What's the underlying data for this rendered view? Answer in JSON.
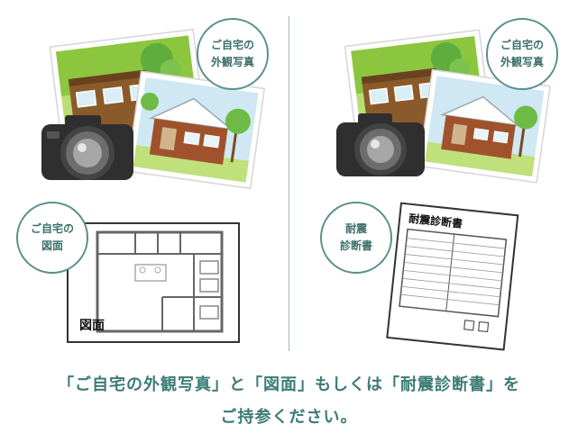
{
  "left": {
    "badge_photo_lines": [
      "ご自宅の",
      "外観写真"
    ],
    "badge_plan_lines": [
      "ご自宅の",
      "図面"
    ],
    "plan_label": "図面"
  },
  "right": {
    "badge_photo_lines": [
      "ご自宅の",
      "外観写真"
    ],
    "badge_cert_lines": [
      "耐震",
      "診断書"
    ],
    "cert_title": "耐震診断書"
  },
  "caption": {
    "line1": "「ご自宅の外観写真」と「図面」もしくは「耐震診断書」を",
    "line2": "ご持参ください。"
  },
  "colors": {
    "accent": "#3c7b77",
    "badge_border": "#5a8f8b"
  },
  "icons": [
    "camera-icon",
    "house-photo-icon",
    "floor-plan-icon",
    "certificate-icon"
  ]
}
